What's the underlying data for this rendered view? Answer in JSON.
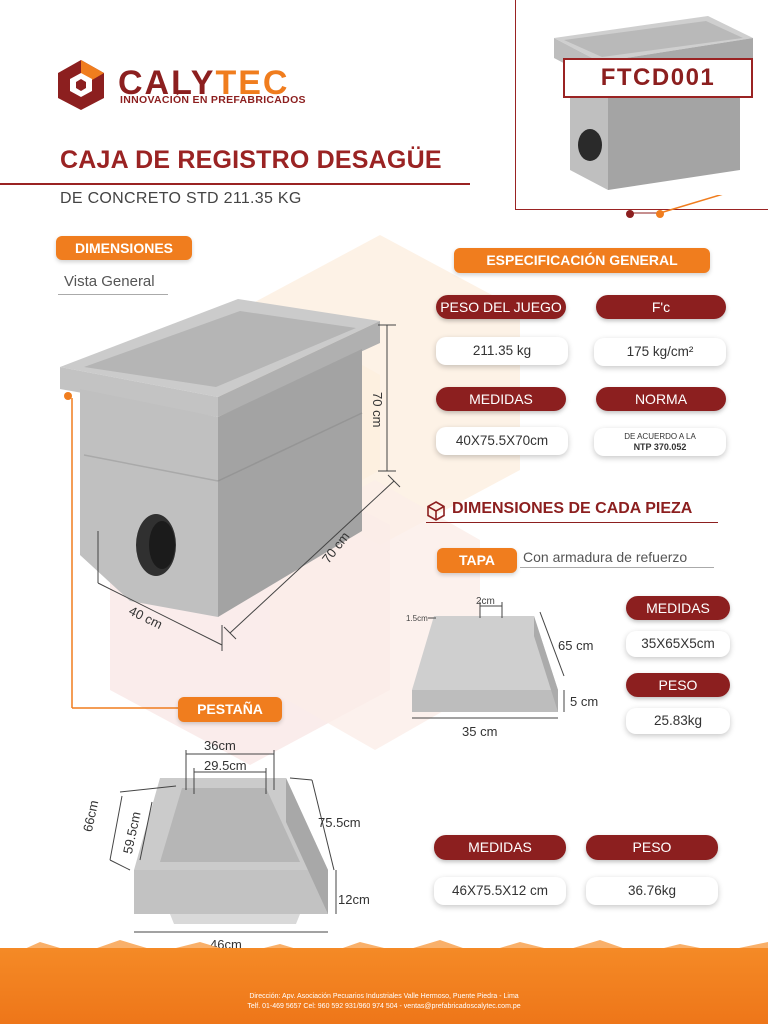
{
  "brand": {
    "name_a": "CALY",
    "name_b": "TEC",
    "tagline": "INNOVACIÓN EN PREFABRICADOS"
  },
  "product": {
    "code": "FTCD001",
    "title": "CAJA DE REGISTRO DESAGÜE",
    "subtitle": "DE CONCRETO STD 211.35 KG"
  },
  "dimensiones": {
    "label": "DIMENSIONES",
    "view": "Vista General",
    "height": "70 cm",
    "length": "70 cm",
    "width": "40 cm"
  },
  "especificacion": {
    "label": "ESPECIFICACIÓN GENERAL",
    "peso_label": "PESO DEL JUEGO",
    "peso_value": "211.35 kg",
    "fc_label": "F'c",
    "fc_value": "175 kg/cm²",
    "medidas_label": "MEDIDAS",
    "medidas_value": "40X75.5X70cm",
    "norma_label": "NORMA",
    "norma_line1": "DE ACUERDO A LA",
    "norma_line2": "NTP 370.052"
  },
  "piezas": {
    "label": "DIMENSIONES DE CADA PIEZA",
    "tapa": {
      "label": "TAPA",
      "note": "Con armadura de refuerzo",
      "dim_2cm": "2cm",
      "dim_15cm": "1.5cm",
      "dim_65cm": "65 cm",
      "dim_5cm": "5 cm",
      "dim_35cm": "35 cm",
      "medidas_label": "MEDIDAS",
      "medidas_value": "35X65X5cm",
      "peso_label": "PESO",
      "peso_value": "25.83kg"
    },
    "pestana": {
      "label": "PESTAÑA",
      "dim_36cm": "36cm",
      "dim_295cm": "29.5cm",
      "dim_66cm": "66cm",
      "dim_595cm": "59.5cm",
      "dim_755cm": "75.5cm",
      "dim_12cm": "12cm",
      "dim_46cm": "46cm",
      "medidas_label": "MEDIDAS",
      "medidas_value": "46X75.5X12 cm",
      "peso_label": "PESO",
      "peso_value": "36.76kg"
    }
  },
  "footer": {
    "line1": "Dirección: Apv. Asociación Pecuarios Industriales Valle Hermoso, Puente Piedra - Lima",
    "line2": "Telf. 01-469 5657 Cel: 960 592 931/960 974 504 - ventas@prefabricadoscalytec.com.pe"
  },
  "colors": {
    "maroon": "#8c1f1f",
    "orange": "#f07d1e",
    "concrete": "#c9c9c9"
  },
  "icons": [
    "calytec-logo-icon",
    "cube-outline-icon"
  ]
}
